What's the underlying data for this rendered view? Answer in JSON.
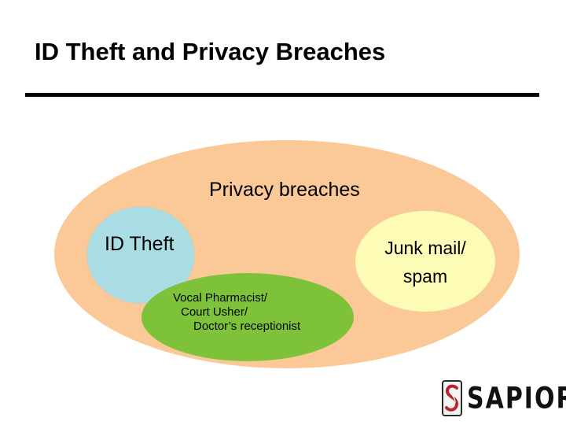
{
  "title": "ID Theft and Privacy Breaches",
  "diagram": {
    "privacy_breaches": {
      "label": "Privacy breaches",
      "color": "#fbc898"
    },
    "id_theft": {
      "label": "ID Theft",
      "color": "#a9dde3"
    },
    "vocal": {
      "lines": [
        "Vocal Pharmacist/",
        "Court Usher/",
        "Doctor’s receptionist"
      ],
      "color": "#7dc238"
    },
    "junk_mail": {
      "lines": [
        "Junk mail/",
        "spam"
      ],
      "color": "#fdfcb6"
    }
  },
  "logo": {
    "text": "SAPIOR",
    "icon": "sapior-s-icon",
    "accent": "#c0202a"
  }
}
